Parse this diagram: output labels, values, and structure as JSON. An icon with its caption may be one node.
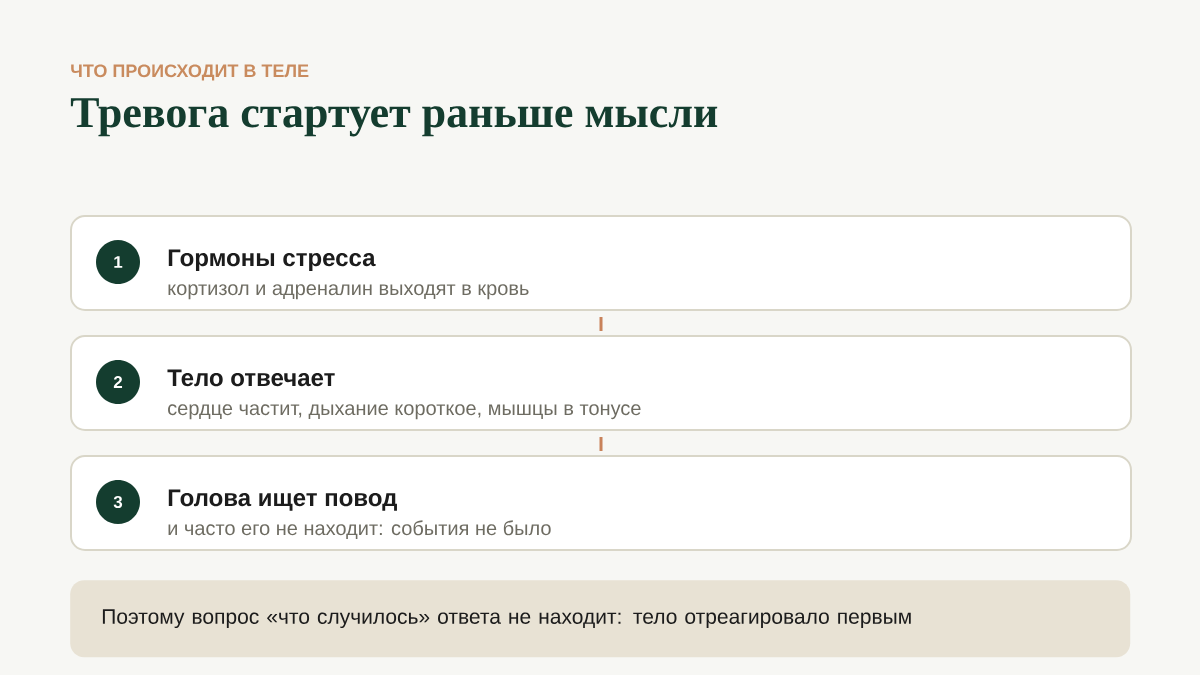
{
  "diagram": {
    "title": "Тревога стартует раньше мысли",
    "nodes": [
      {
        "text": [
          "Гормоны стресса",
          "кортизол и адреналин выходят в кровь"
        ]
      },
      {
        "text": [
          "1"
        ],
        "in": 0
      },
      {
        "text": [
          "Тело отвечает",
          "сердце частит, дыхание короткое, мышцы в тонусе"
        ]
      },
      {
        "text": [
          "2"
        ],
        "in": 2
      },
      {
        "text": [
          "Голова ищет повод",
          "и часто его не находит: события не было"
        ]
      },
      {
        "text": [
          "3"
        ],
        "in": 4
      },
      {
        "text": [
          "Поэтому вопрос «что случилось» ответа не находит: тело отреагировало первым"
        ]
      }
    ],
    "edges": [
      {
        "from": 0,
        "to": 2,
        "arrow": "none"
      },
      {
        "from": 2,
        "to": 4,
        "arrow": "none"
      }
    ],
    "labels": [
      "ЧТО ПРОИСХОДИТ В ТЕЛЕ"
    ]
  }
}
